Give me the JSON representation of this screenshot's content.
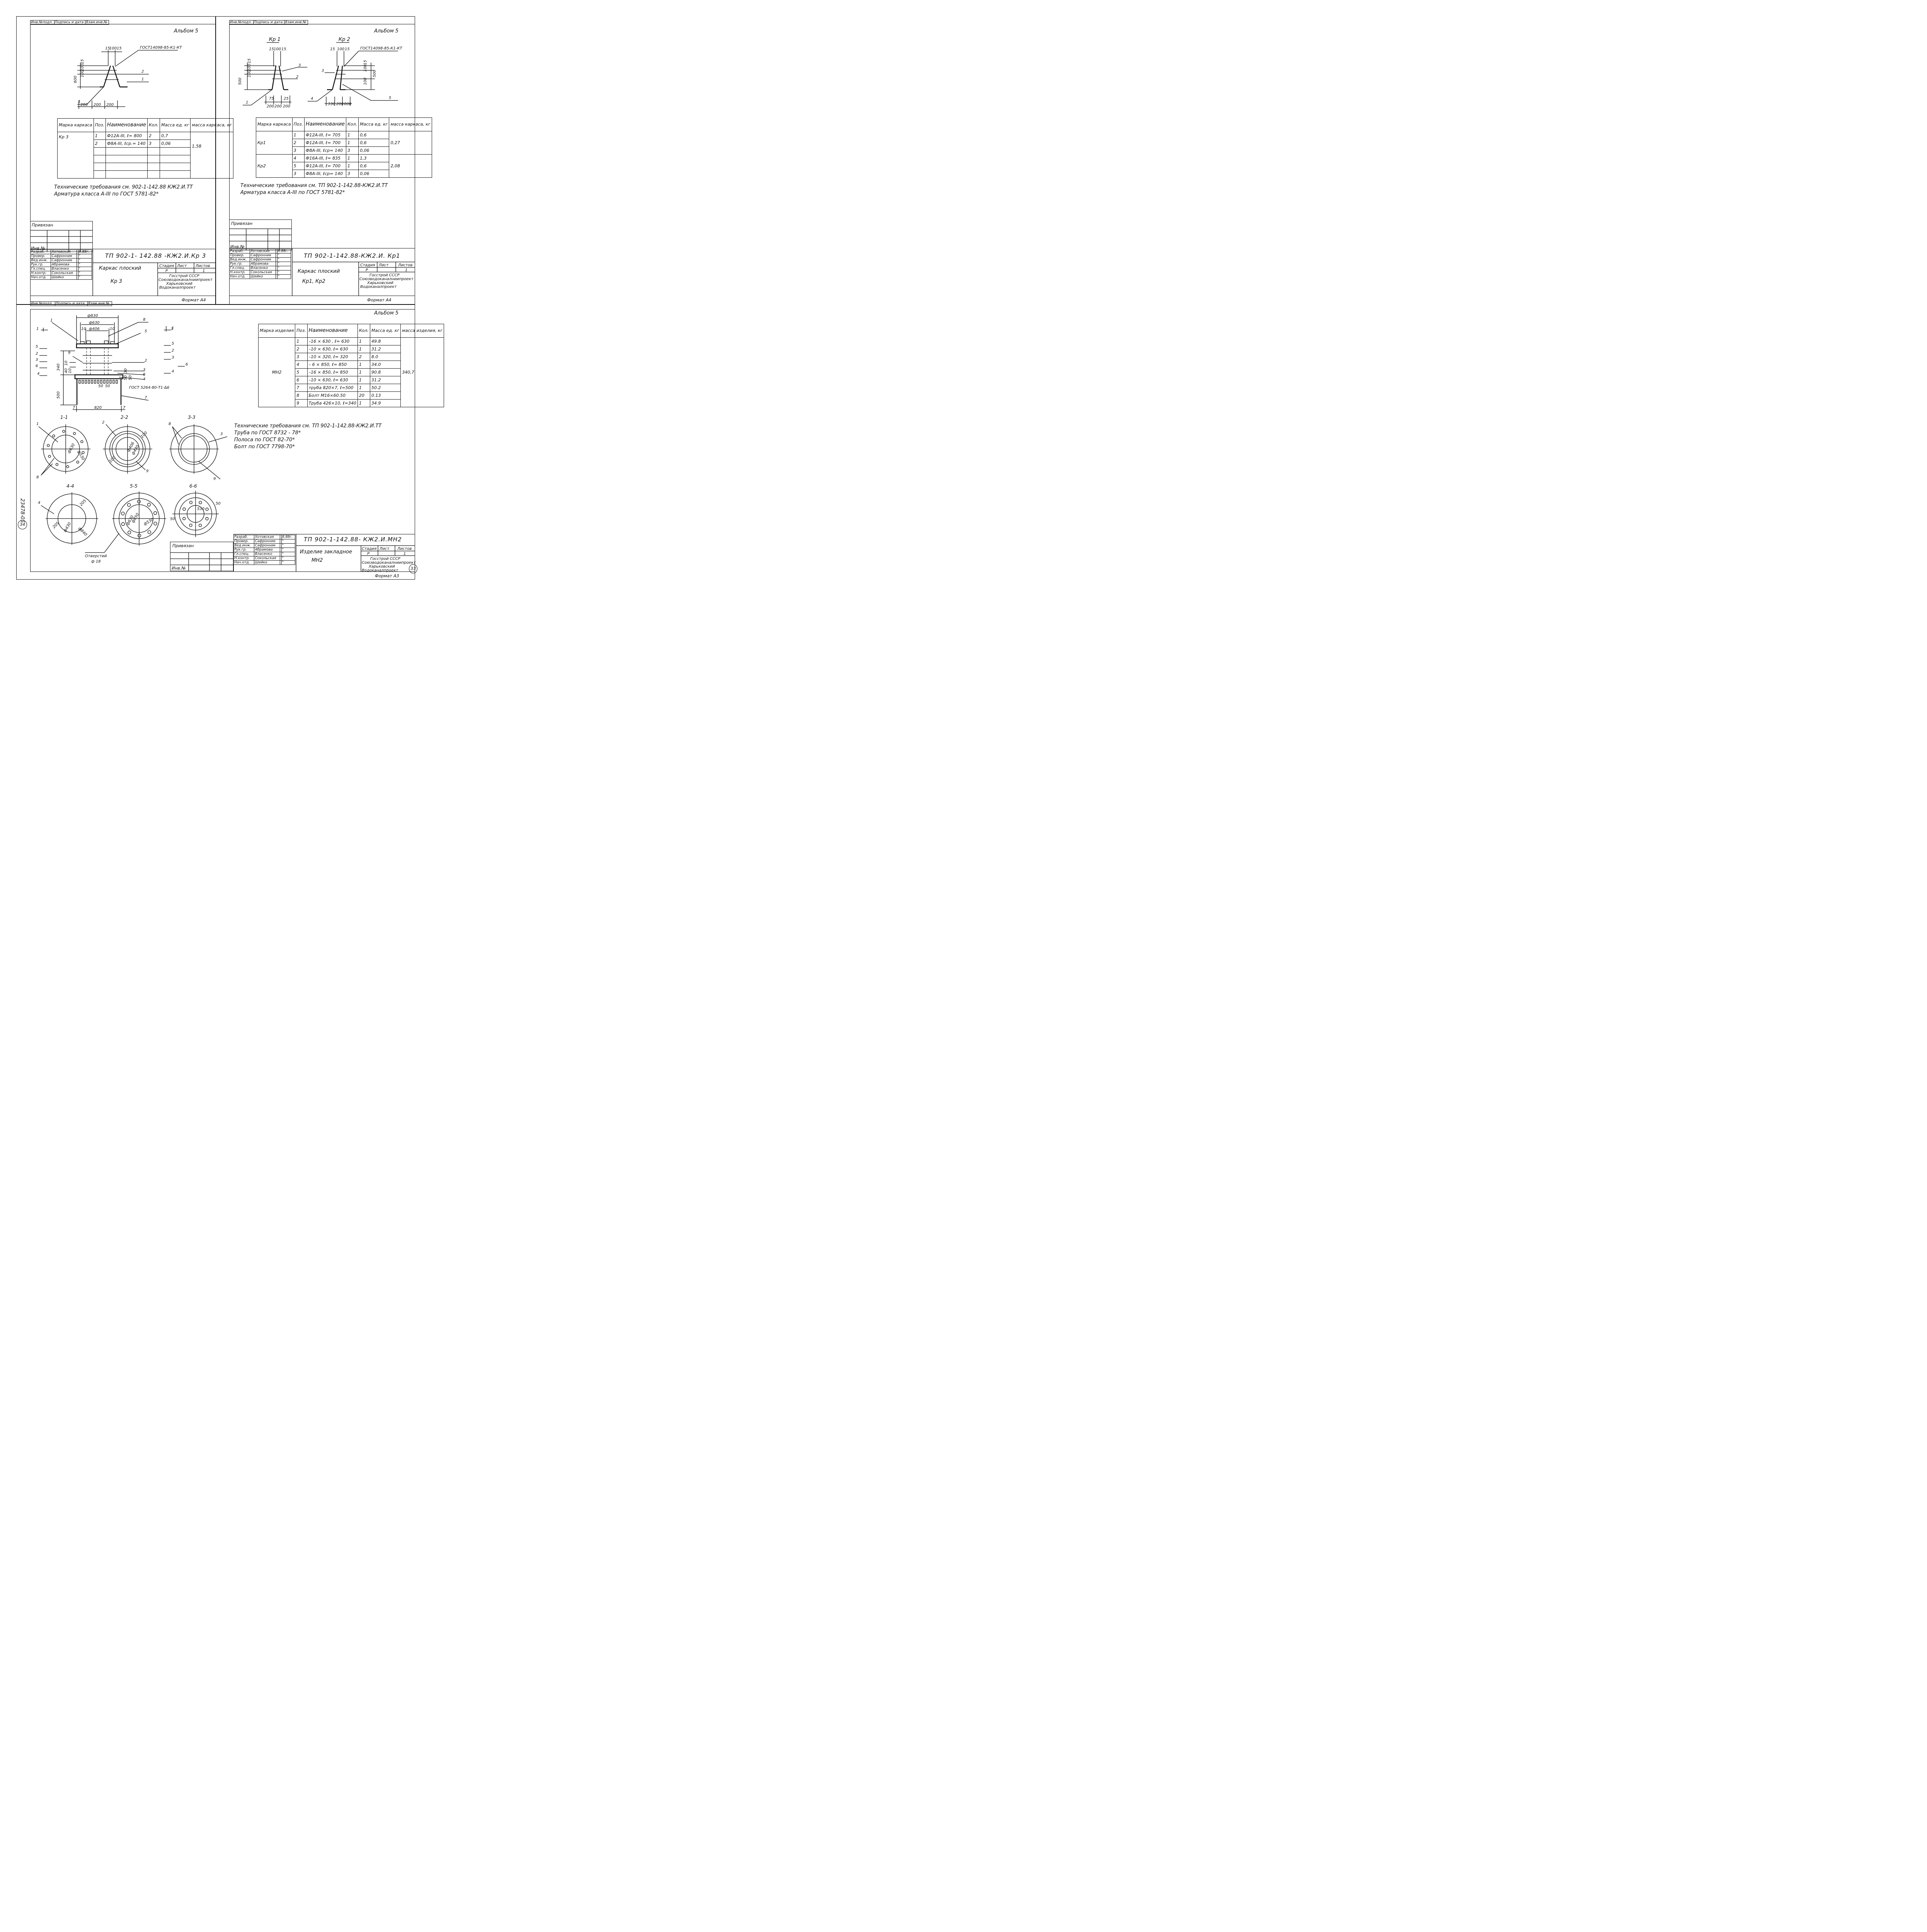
{
  "stamp_header": {
    "inv": "Инв.№подл.",
    "sign": "Подпись и дата",
    "vzam": "Взам.инв.№"
  },
  "album": "Альбом 5",
  "kr3": {
    "gost": "ГОСТ14098-85-К1-КТ",
    "dims": {
      "top_a": "15",
      "top_b": "100",
      "top_c": "15",
      "h": "600",
      "v1": "15",
      "v2": "100",
      "v3": "100",
      "b1": "200",
      "b2": "200",
      "b3": "200"
    },
    "callouts": [
      "1",
      "2",
      "1",
      "2"
    ],
    "table": {
      "headers": [
        "Марка каркаса",
        "Поз.",
        "Наименование",
        "Кол.",
        "Масса ед. кг",
        "масса каркаса, кг"
      ],
      "mark": "Кр 3",
      "rows": [
        [
          "1",
          "Ф12А-III, ℓ= 800",
          "2",
          "0,7"
        ],
        [
          "2",
          "Ф8А-III, ℓср.= 140",
          "3",
          "0,06"
        ],
        [
          "",
          "",
          "",
          ""
        ],
        [
          "",
          "",
          "",
          ""
        ],
        [
          "",
          "",
          "",
          ""
        ],
        [
          "",
          "",
          "",
          ""
        ]
      ],
      "total": "1,58"
    },
    "notes": [
      "Технические требования см. 902-1-142.88 КЖ2.И.ТТ",
      "Арматура класса А-III по ГОСТ 5781-82*"
    ],
    "title": {
      "privyazan": "Привязан",
      "inv": "Инв.№",
      "code": "ТП 902-1- 142.88 -КЖ2.И.Кр 3",
      "name": "Каркас плоский",
      "mark": "Кр 3",
      "stadia": "Стадия",
      "list": "Лист",
      "listov": "Листов",
      "stadia_v": "Р",
      "list_v": "",
      "listov_v": "1",
      "org": [
        "Госстрой СССР",
        "Союзводоканалниипроект",
        "Харьковский",
        "Водоканалпроект"
      ],
      "format": "Формат А4"
    }
  },
  "kr12": {
    "labels": [
      "Кр 1",
      "Кр 2"
    ],
    "gost": "ГОСТ14098-85-К1-КТ",
    "dims": {
      "a1": "15",
      "a2": "100",
      "a3": "15",
      "h1": "500",
      "v1": "15",
      "v2": "100",
      "v3": "100",
      "b1": "75",
      "b2": "25",
      "b3": "200",
      "b4": "200",
      "b5": "200",
      "c1": "15",
      "c2": "100",
      "c3": "15",
      "h2": "500",
      "w1": "15",
      "w2": "100",
      "w3": "100",
      "d1": "330",
      "d2": "200",
      "d3": "800"
    },
    "callouts": [
      "3",
      "2",
      "1",
      "3",
      "4",
      "5"
    ],
    "table": {
      "headers": [
        "Марка каркаса",
        "Поз.",
        "Наименование",
        "Кол.",
        "Масса ед. кг",
        "масса каркаса, кг"
      ],
      "groups": [
        {
          "mark": "Кр1",
          "total": "0,27",
          "rows": [
            [
              "1",
              "Ф12А-III, ℓ= 705",
              "1",
              "0,6"
            ],
            [
              "2",
              "Ф12А-III, ℓ= 700",
              "1",
              "0,6"
            ],
            [
              "3",
              "Ф8А-III, ℓср= 140",
              "3",
              "0,06"
            ]
          ]
        },
        {
          "mark": "Кр2",
          "total": "2,08",
          "rows": [
            [
              "4",
              "Ф16А-III, ℓ= 835",
              "1",
              "1,3"
            ],
            [
              "5",
              "Ф12А-III, ℓ= 700",
              "1",
              "0,6"
            ],
            [
              "3",
              "Ф8А-III, ℓср= 140",
              "3",
              "0,06"
            ]
          ]
        }
      ]
    },
    "notes": [
      "Технические требования см. ТП 902-1-142.88-КЖ2.И.ТТ",
      "Арматура класса А-III по ГОСТ 5781-82*"
    ],
    "title": {
      "privyazan": "Привязан",
      "inv": "Инв.№",
      "code": "ТП 902-1-142.88-КЖ2.И. Кр1",
      "name": "Каркас плоский",
      "mark": "Кр1, Кр2",
      "stadia": "Стадия",
      "list": "Лист",
      "listov": "Листов",
      "stadia_v": "Р",
      "list_v": "",
      "listov_v": "1",
      "org": [
        "Госстрой СССР",
        "Союзводоканалниипроект",
        "Харьковский",
        "Водоканалпроект"
      ],
      "format": "Формат А4"
    }
  },
  "staff": {
    "roles": [
      "Разраб.",
      "Провер.",
      "Вед.инж.",
      "Рук.гр.",
      "Гл.спец.",
      "Н.контр.",
      "Нач.отд."
    ],
    "names": [
      "Хотовская",
      "Сафронник",
      "Сафронник",
      "Абрамова",
      "Власенко",
      "Сокольская",
      "Шейко"
    ],
    "date": "8.88г.",
    "ditto": "\""
  },
  "mn2": {
    "dims": {
      "d830": "ф830",
      "d630": "ф630",
      "d406": "ф406",
      "t10a": "10",
      "t10b": "10",
      "h340": "340",
      "h500": "500",
      "w820": "820",
      "s7a": "7",
      "s7b": "7",
      "s50a": "50",
      "s50b": "50",
      "s10": "10",
      "s40": "40",
      "s10b": "10",
      "s30": "30",
      "s50c": "50",
      "s50d": "50"
    },
    "gost_weld": "ГОСТ 5264-80-Т1-∆6",
    "callouts": [
      "1",
      "8",
      "5",
      "9",
      "2",
      "3",
      "6",
      "4",
      "7",
      "1",
      "5",
      "2",
      "3",
      "6",
      "4",
      "1",
      "5",
      "2",
      "3",
      "6",
      "4"
    ],
    "sections": [
      "1-1",
      "2-2",
      "3-3",
      "4-4",
      "5-5",
      "6-6"
    ],
    "sec_dims": {
      "s1a": "ф630",
      "s1b": "ф530",
      "s2a": "ф406",
      "s2b": "ф430",
      "s2c": "100",
      "s2d": "100",
      "s4a": "ф430",
      "s4b": "ф840",
      "s4c": "205",
      "s4d": "205",
      "s5a": "ф630",
      "s5b": "ф850",
      "s5c": "ф530",
      "s6a": "530",
      "s6b": "50",
      "s6c": "50"
    },
    "sec_callouts": [
      "1",
      "8",
      "2",
      "9",
      "8",
      "3",
      "9",
      "4"
    ],
    "hole_label": "Отверстий",
    "hole_d": "ф 18",
    "table": {
      "headers": [
        "Марка изделия",
        "Поз.",
        "Наименование",
        "Кол.",
        "Масса ед. кг",
        "масса изделия, кг"
      ],
      "mark": "МН2",
      "total": "340,7",
      "rows": [
        [
          "1",
          "–16 × 630 , ℓ= 630",
          "1",
          "49.8"
        ],
        [
          "2",
          "–10 × 630, ℓ= 630",
          "1",
          "31.2"
        ],
        [
          "3",
          "–10 × 320, ℓ= 320",
          "2",
          "8.0"
        ],
        [
          "4",
          "– 6 × 850, ℓ= 850",
          "1",
          "34.0"
        ],
        [
          "5",
          "–16 × 850, ℓ= 850",
          "1",
          "90.8"
        ],
        [
          "6",
          "–10 × 630, ℓ= 630",
          "1",
          "31.2"
        ],
        [
          "7",
          "труба 820×7, ℓ=500",
          "1",
          "50.2"
        ],
        [
          "8",
          "Болт М16×60.50",
          "20",
          "0.13"
        ],
        [
          "9",
          "Труба 426×10, ℓ=340",
          "1",
          "34.9"
        ]
      ]
    },
    "notes": [
      "Технические требования см. ТП 902-1-142.88-КЖ2.И.ТТ",
      "Труба по ГОСТ   8732 - 78*",
      "Полоса по ГОСТ   82-70*",
      "Болт   по ГОСТ   7798-70*"
    ],
    "title": {
      "privyazan": "Привязан",
      "inv": "Инв.№",
      "code": "ТП 902-1-142.88- КЖ2.И.МН2",
      "name": "Изделие закладное",
      "mark": "МН2",
      "stadia": "Стадия",
      "list": "Лист",
      "listov": "Листов",
      "stadia_v": "Р",
      "list_v": "",
      "listov_v": "1",
      "org": [
        "Госстрой СССР",
        "Союзводоканалниипроект",
        "Харьковский",
        "Водоканалпроект"
      ],
      "format": "Формат А3"
    }
  },
  "margin": {
    "sheet_no": "23478-05",
    "circle1": "34",
    "circle2": "33"
  }
}
